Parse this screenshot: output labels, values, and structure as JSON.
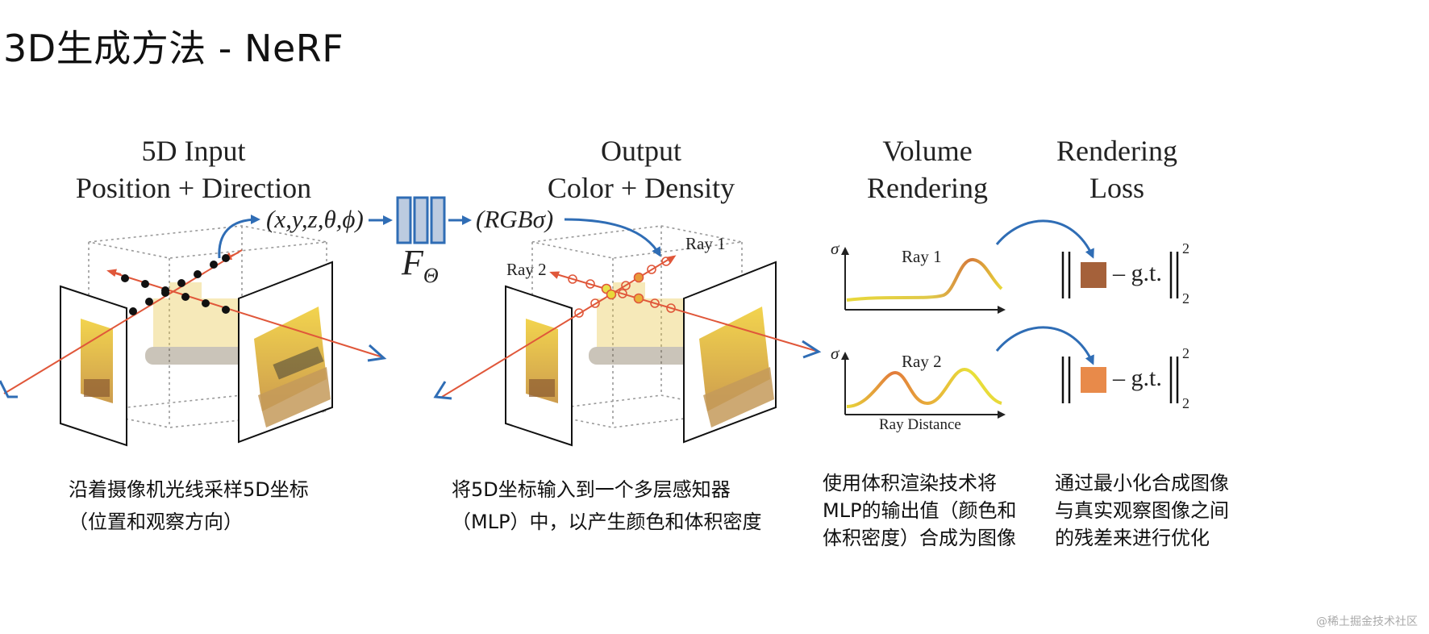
{
  "title": "3D生成方法 - NeRF",
  "headers": {
    "input_line1": "5D Input",
    "input_line2": "Position + Direction",
    "output_line1": "Output",
    "output_line2": "Color + Density",
    "volume_line1": "Volume",
    "volume_line2": "Rendering",
    "loss_line1": "Rendering",
    "loss_line2": "Loss"
  },
  "math": {
    "input_tuple": "(x,y,z,θ,ϕ)",
    "output_tuple": "(RGBσ)",
    "network": "F",
    "network_sub": "Θ"
  },
  "rays": {
    "ray1": "Ray 1",
    "ray2": "Ray 2",
    "sigma": "σ",
    "ray_distance": "Ray Distance"
  },
  "loss": {
    "gt": "g.t.",
    "exponent": "2",
    "subscript": "2"
  },
  "captions": {
    "step1_line1": "沿着摄像机光线采样5D坐标",
    "step1_line2": "（位置和观察方向）",
    "step2_line1": "将5D坐标输入到一个多层感知器",
    "step2_line2": "（MLP）中，以产生颜色和体积密度",
    "step3_line1": "使用体积渲染技术将",
    "step3_line2": "MLP的输出值（颜色和",
    "step3_line3": "体积密度）合成为图像",
    "step4_line1": "通过最小化合成图像",
    "step4_line2": "与真实观察图像之间",
    "step4_line3": "的残差来进行优化"
  },
  "watermark": "@稀土掘金技术社区",
  "colors": {
    "ray": "#e0573a",
    "arrow_blue": "#2f6db5",
    "mlp_fill": "#bccbe0",
    "curve_orange": "#e27a3b",
    "curve_yellow": "#e8d83a",
    "patch1": "#a5613a",
    "patch2": "#e88a4a"
  }
}
